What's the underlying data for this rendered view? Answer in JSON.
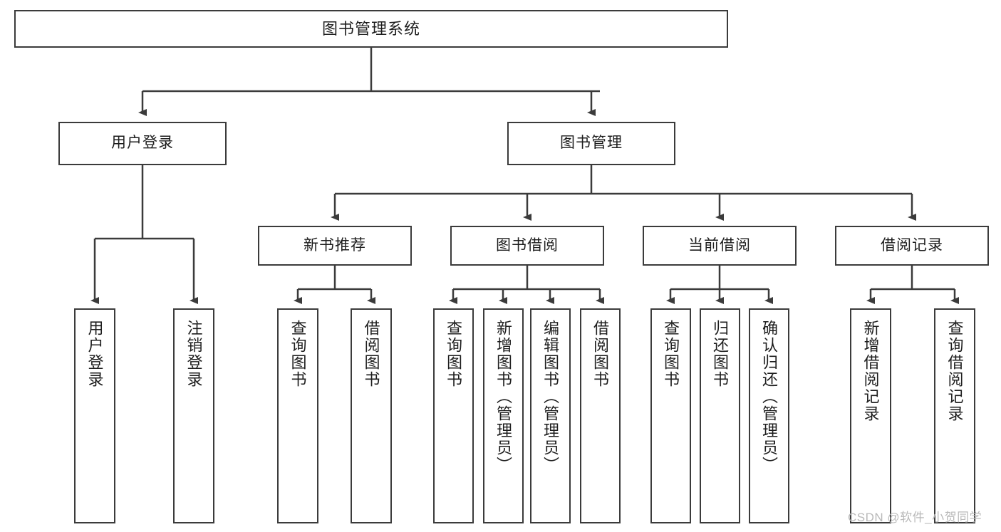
{
  "diagram": {
    "title": "图书管理系统",
    "type": "hierarchy-tree",
    "watermark": "CSDN @软件_小贺同学",
    "colors": {
      "stroke": "#3b3b3b",
      "fill": "#ffffff",
      "text": "#1d1d1d",
      "watermark": "#b9b9b9"
    },
    "root": {
      "label": "图书管理系统"
    },
    "level2": [
      {
        "id": "user-login",
        "label": "用户登录"
      },
      {
        "id": "book-manage",
        "label": "图书管理"
      }
    ],
    "level3": [
      {
        "id": "new-book-rec",
        "label": "新书推荐"
      },
      {
        "id": "book-borrow",
        "label": "图书借阅"
      },
      {
        "id": "current-borrow",
        "label": "当前借阅"
      },
      {
        "id": "borrow-record",
        "label": "借阅记录"
      }
    ],
    "leaves": {
      "user_login": [
        {
          "id": "leaf-user-login",
          "label": "用户登录"
        },
        {
          "id": "leaf-logout",
          "label": "注销登录"
        }
      ],
      "new_book_rec": [
        {
          "id": "leaf-query-book-1",
          "label": "查询图书"
        },
        {
          "id": "leaf-borrow-book-1",
          "label": "借阅图书"
        }
      ],
      "book_borrow": [
        {
          "id": "leaf-query-book-2",
          "label": "查询图书"
        },
        {
          "id": "leaf-add-book",
          "label": "新增图书（管理员）"
        },
        {
          "id": "leaf-edit-book",
          "label": "编辑图书（管理员）"
        },
        {
          "id": "leaf-borrow-book-2",
          "label": "借阅图书"
        }
      ],
      "current_borrow": [
        {
          "id": "leaf-query-book-3",
          "label": "查询图书"
        },
        {
          "id": "leaf-return-book",
          "label": "归还图书"
        },
        {
          "id": "leaf-confirm-return",
          "label": "确认归还（管理员）"
        }
      ],
      "borrow_record": [
        {
          "id": "leaf-add-record",
          "label": "新增借阅记录"
        },
        {
          "id": "leaf-query-record",
          "label": "查询借阅记录"
        }
      ]
    }
  }
}
